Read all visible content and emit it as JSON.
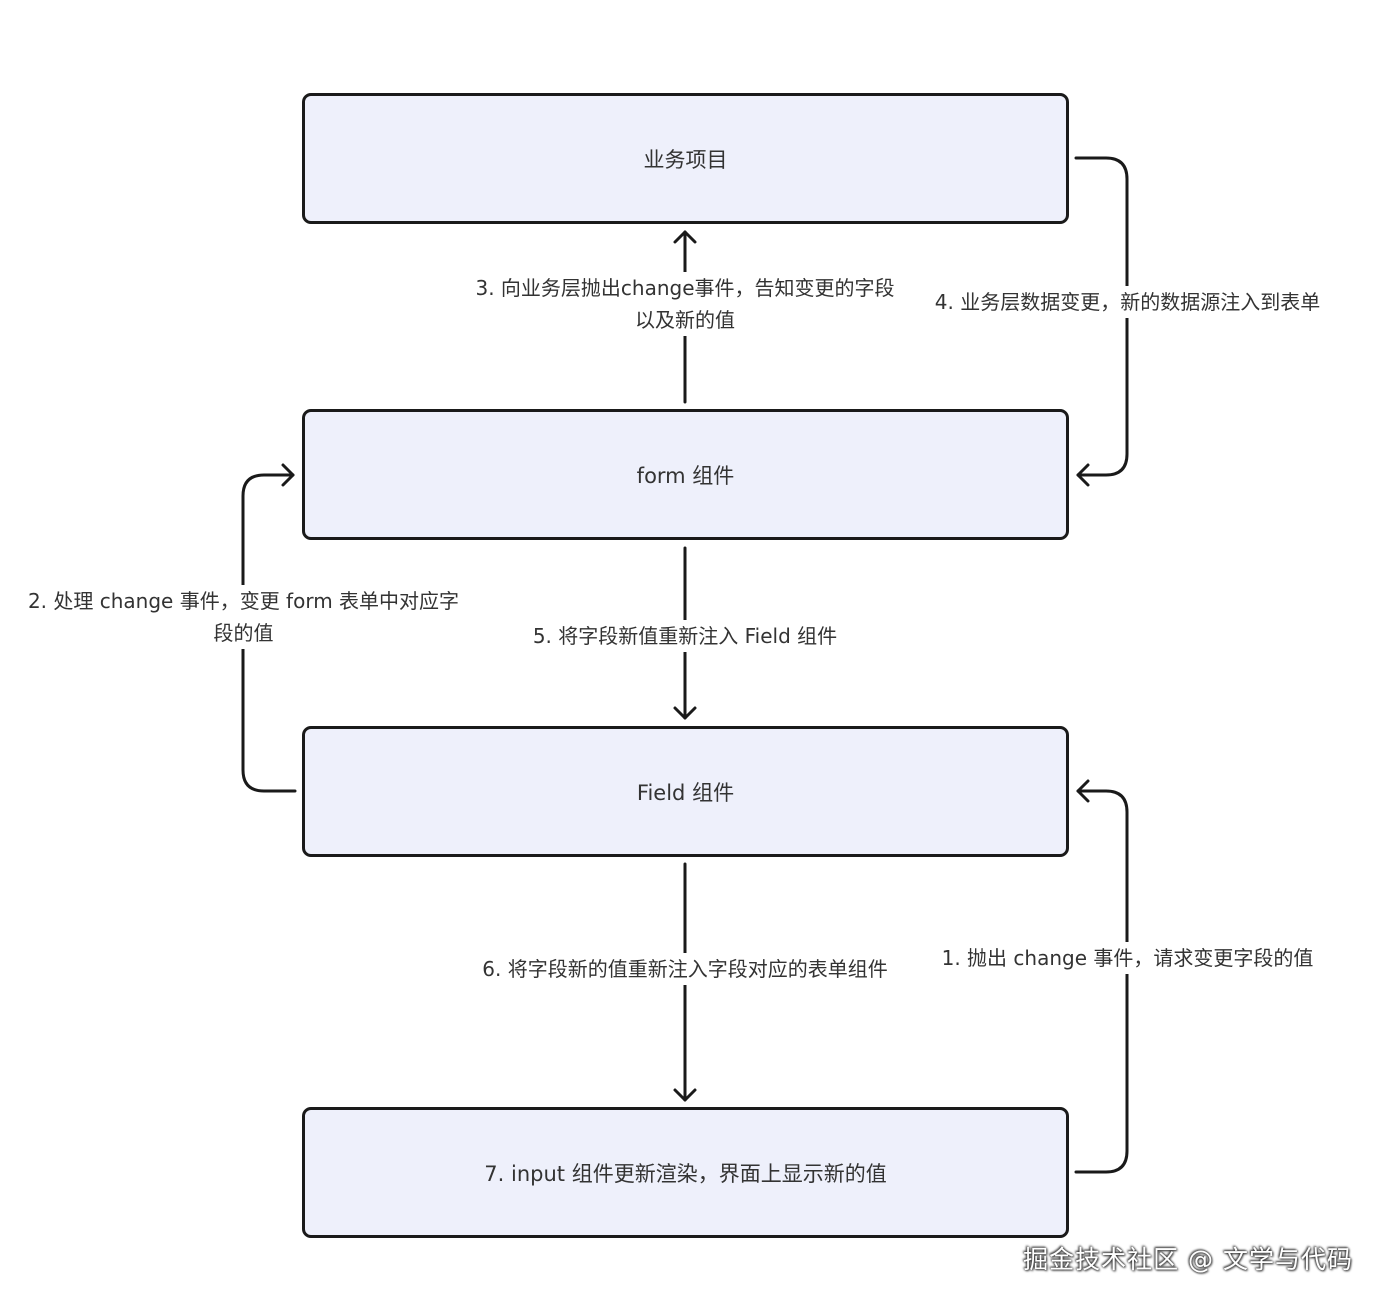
{
  "nodes": {
    "business": "业务项目",
    "form": "form 组件",
    "field": "Field 组件",
    "input": "7. input 组件更新渲染，界面上显示新的值"
  },
  "edges": {
    "step1": "1. 抛出 change 事件，请求变更字段的值",
    "step2": "2. 处理 change 事件，变更 form 表单中对应字段的值",
    "step3": "3. 向业务层抛出change事件，告知变更的字段以及新的值",
    "step4": "4. 业务层数据变更，新的数据源注入到表单",
    "step5": "5. 将字段新值重新注入 Field 组件",
    "step6": "6. 将字段新的值重新注入字段对应的表单组件"
  },
  "watermark": "掘金技术社区 @ 文学与代码",
  "colors": {
    "box_fill": "#eef0fb",
    "stroke": "#1a1a1a",
    "text": "#333333"
  }
}
